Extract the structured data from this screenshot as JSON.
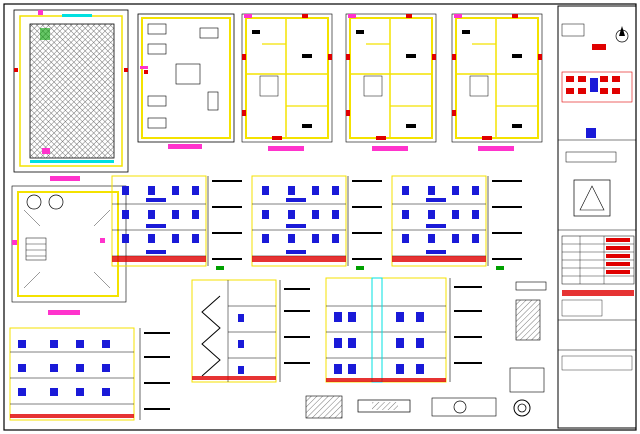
{
  "sheet": {
    "background": "#ffffff",
    "line_color": "#000000",
    "accent_colors": {
      "wall": "#f4e200",
      "window": "#1a1ad8",
      "door": "#e00000",
      "dimension": "#00a000",
      "label_bar": "#ff33cc",
      "hatch": "#555555"
    }
  },
  "drawings": [
    {
      "id": "site-plan"
    },
    {
      "id": "parking-plan"
    },
    {
      "id": "floor-plan-1"
    },
    {
      "id": "floor-plan-2"
    },
    {
      "id": "floor-plan-3"
    },
    {
      "id": "terrace-plan"
    },
    {
      "id": "front-elevation"
    },
    {
      "id": "side-elevation-1"
    },
    {
      "id": "side-elevation-2"
    },
    {
      "id": "rear-elevation"
    },
    {
      "id": "section-a"
    },
    {
      "id": "section-b"
    },
    {
      "id": "details"
    }
  ],
  "title_block": {
    "north_icon": "north-arrow-icon",
    "key_plan_icon": "key-plan-icon"
  }
}
